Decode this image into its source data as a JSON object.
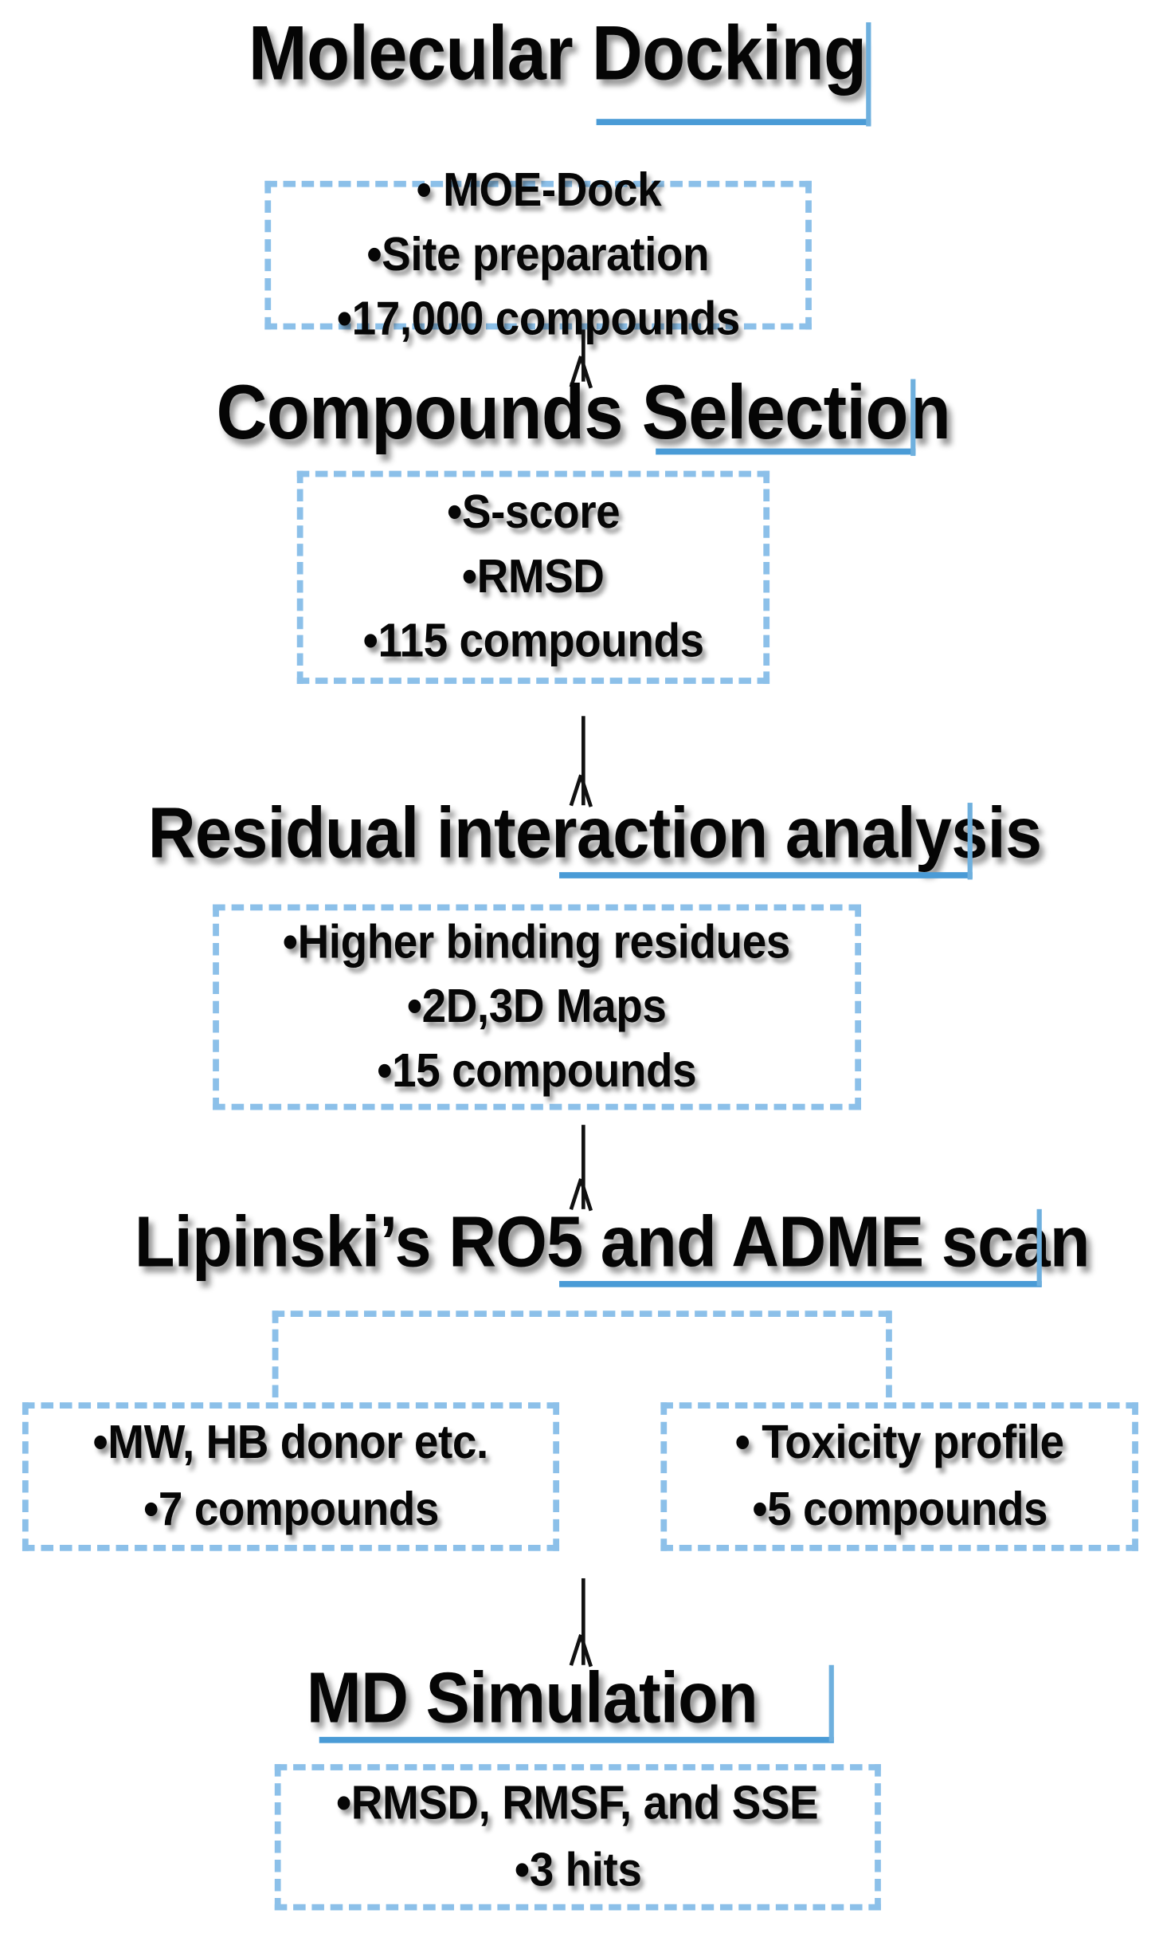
{
  "diagram": {
    "title": "Molecular Docking workflow flowchart",
    "accent_line_color": "#4a9bd6",
    "dashed_box_color": "#8cc0e9",
    "arrow_color": "#111111",
    "text_color": "#050505"
  },
  "stages": [
    {
      "heading": "Molecular Docking",
      "items": [
        "• MOE-Dock",
        "•Site preparation",
        "•17,000 compounds"
      ]
    },
    {
      "heading": "Compounds Selection",
      "items": [
        "•S-score",
        "•RMSD",
        "•115 compounds"
      ]
    },
    {
      "heading": "Residual interaction analysis",
      "items": [
        "•Higher binding residues",
        "•2D,3D Maps",
        "•15 compounds"
      ]
    },
    {
      "heading": "Lipinski’s RO5 and ADME scan",
      "branches": [
        {
          "items": [
            "•MW, HB donor etc.",
            "•7 compounds"
          ]
        },
        {
          "items": [
            "• Toxicity profile",
            "•5 compounds"
          ]
        }
      ]
    },
    {
      "heading": "MD Simulation",
      "items": [
        "•RMSD, RMSF, and SSE",
        "•3 hits"
      ]
    }
  ]
}
